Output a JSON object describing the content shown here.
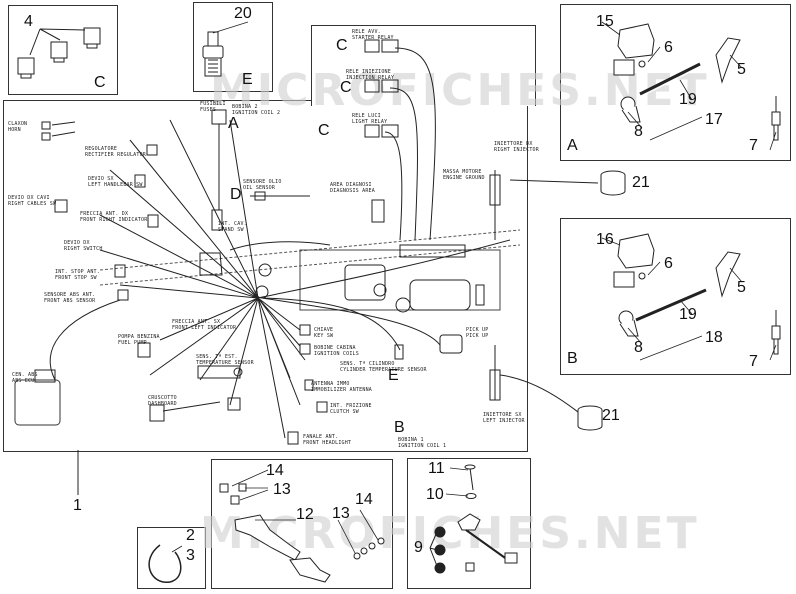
{
  "watermark": "MICROFICHES.NET",
  "callouts": {
    "c1": "1",
    "c2": "2",
    "c3": "3",
    "c4": "4",
    "c5a": "5",
    "c5b": "5",
    "c6a": "6",
    "c6b": "6",
    "c7a": "7",
    "c7b": "7",
    "c8a": "8",
    "c8b": "8",
    "c9": "9",
    "c10": "10",
    "c11": "11",
    "c12": "12",
    "c13a": "13",
    "c13b": "13",
    "c14a": "14",
    "c14b": "14",
    "c15": "15",
    "c16": "16",
    "c17": "17",
    "c18": "18",
    "c19a": "19",
    "c19b": "19",
    "c20": "20",
    "c21a": "21",
    "c21b": "21",
    "lA1": "A",
    "lA2": "A",
    "lB1": "B",
    "lB2": "B",
    "lC1": "C",
    "lC2": "C",
    "lC3": "C",
    "lC4": "C",
    "lD": "D",
    "lE1": "E",
    "lE2": "E"
  },
  "labels": {
    "klaxon": "CLAXON\nHORN",
    "regolatore": "REGOLATORE\nRECTIFIER REGULATOR",
    "devio_sx": "DEVIO SX\nLEFT HANDLEBAR SW",
    "devio_dx_cavi": "DEVIO DX CAVI\nRIGHT CABLES SW",
    "freccia_ant_dx": "FRECCIA ANT. DX\nFRONT RIGHT INDICATOR",
    "devio_dx": "DEVIO DX\nRIGHT SWITCH",
    "int_stop_ant": "INT. STOP ANT.\nFRONT STOP SW",
    "sensore_abs_ant": "SENSORE ABS ANT.\nFRONT ABS SENSOR",
    "centralina_abs": "CEN. ABS\nABS ECU",
    "pompa_benzina": "POMPA BENZINA\nFUEL PUMP",
    "freccia_ant_sx": "FRECCIA ANT. SX\nFRONT LEFT INDICATOR",
    "sens_t_est": "SENS. Tª EST.\nTEMPERATURE SENSOR",
    "cruscotto": "CRUSCOTTO\nDASHBOARD",
    "antenna_immo": "ANTENNA IMMO\nIMMOBILIZER ANTENNA",
    "int_frizione": "INT. FRIZIONE\nCLUTCH SW",
    "fanale_ant": "FANALE ANT.\nFRONT HEADLIGHT",
    "chiave": "CHIAVE\nKEY SW",
    "scatola_fusibili": "BOBINE CABINA\nIGNITION COILS",
    "sens_t_cilindro": "SENS. Tª CILINDRO\nCYLINDER TEMPERATURE SENSOR",
    "pick_up": "PICK UP\nPICK UP",
    "iniettore_dx": "INIETTORE DX\nRIGHT INJECTOR",
    "iniettore_sx": "INIETTORE SX\nLEFT INJECTOR",
    "massa_motore": "MASSA MOTORE\nENGINE GROUND",
    "sensore_olio": "SENSORE OLIO\nOIL SENSOR",
    "area_diagnosi": "AREA DIAGNOSI\nDIAGNOSIS AREA",
    "rele_avv": "RELE AVV.\nSTARTER RELAY",
    "rele_iniezione": "RELE INIEZIONE\nINJECTION RELAY",
    "rele_luci": "RELE LUCI\nLIGHT RELAY",
    "bobina2": "BOBINA 2\nIGNITION COIL 2",
    "bobina1": "BOBINA 1\nIGNITION COIL 1",
    "fusibili": "FUSIBILI\nFUSES",
    "int_cavalletto": "INT. CAV.\nSTAND SW"
  }
}
